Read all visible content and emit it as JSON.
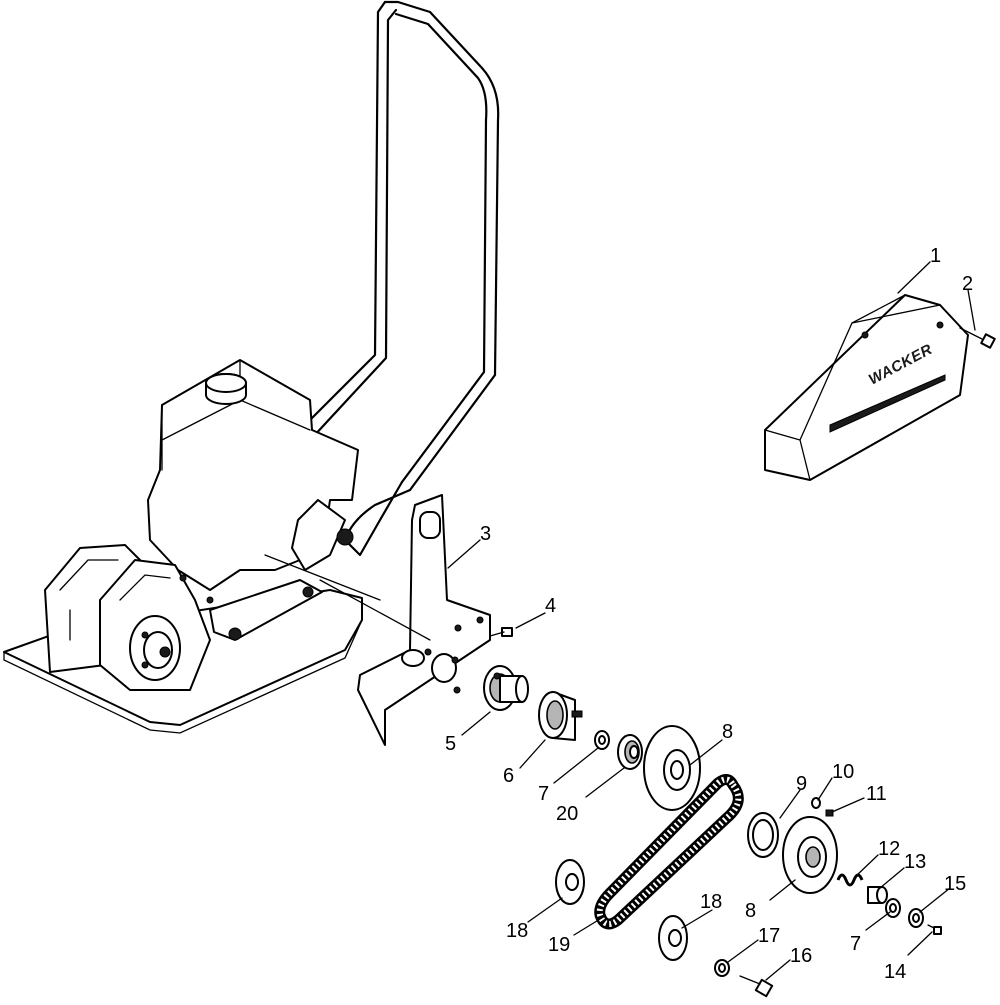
{
  "diagram": {
    "brand_logo_text": "WACKER",
    "callouts": [
      {
        "id": "c1",
        "text": "1"
      },
      {
        "id": "c2",
        "text": "2"
      },
      {
        "id": "c3",
        "text": "3"
      },
      {
        "id": "c4",
        "text": "4"
      },
      {
        "id": "c5",
        "text": "5"
      },
      {
        "id": "c6",
        "text": "6"
      },
      {
        "id": "c7a",
        "text": "7"
      },
      {
        "id": "c20",
        "text": "20"
      },
      {
        "id": "c8a",
        "text": "8"
      },
      {
        "id": "c9",
        "text": "9"
      },
      {
        "id": "c10",
        "text": "10"
      },
      {
        "id": "c11",
        "text": "11"
      },
      {
        "id": "c12",
        "text": "12"
      },
      {
        "id": "c13",
        "text": "13"
      },
      {
        "id": "c15",
        "text": "15"
      },
      {
        "id": "c8b",
        "text": "8"
      },
      {
        "id": "c7b",
        "text": "7"
      },
      {
        "id": "c14",
        "text": "14"
      },
      {
        "id": "c18a",
        "text": "18"
      },
      {
        "id": "c18b",
        "text": "18"
      },
      {
        "id": "c19",
        "text": "19"
      },
      {
        "id": "c17",
        "text": "17"
      },
      {
        "id": "c16",
        "text": "16"
      }
    ]
  }
}
